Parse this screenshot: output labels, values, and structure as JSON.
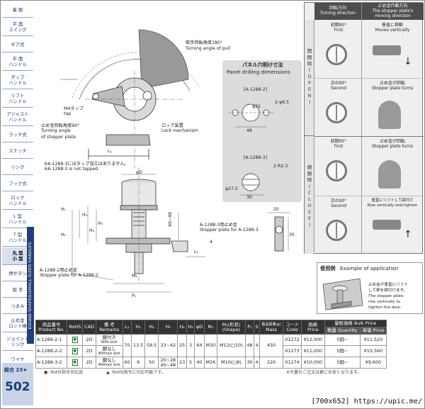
{
  "sidebar": {
    "items": [
      "着 脱",
      "平 面\nスイング",
      "ギア式",
      "平 面\nハンドル",
      "ポップ\nハンドル",
      "リフト\nハンドル",
      "アジャスト\nハンドル",
      "ラッチ式",
      "スナッチ",
      "リング",
      "フック式",
      "ロック\nハンドル",
      "L 型\nハンドル",
      "T 型\nハンドル",
      "丸 型\n小 型",
      "押ボタン",
      "取 手",
      "つまみ",
      "止め金\nロッド棒",
      "ジョイント\nリング",
      "ワイヤ"
    ],
    "active_index": 14,
    "vertical_label": "ROUND-SHAPED/SMALL-SIZED HANDLES",
    "catalog_version": "総合 23★",
    "page_number": "502"
  },
  "main_drawing": {
    "pull_angle_jp": "取手回転角度180°",
    "pull_angle_en": "Turning angle of pull",
    "m4_tap_jp": "M4タップ",
    "m4_tap_en": "tap",
    "stopper_angle_jp": "止め金回転角度90°",
    "stopper_angle_en1": "Turning angle",
    "stopper_angle_en2": "of stopper plate",
    "lock_jp": "ロック装置",
    "lock_en": "Lock mechanism",
    "dim_l1": "L₁",
    "note_jp": "※A-1288-3にはタップ加工はありません。",
    "note_en": "※A-1288-3 is not tapped."
  },
  "panel": {
    "title_jp": "パネル穴明け寸法",
    "title_en": "Panel drilling dimensions",
    "model1": "[A-1288-2]",
    "model1_dia": "φ31",
    "model1_hole": "2-φ6.5",
    "model1_width": "48",
    "model2": "[A-1288-3]",
    "model2_r": "2-R2.3",
    "model2_dia": "φ27.5",
    "model2_width": "30"
  },
  "side_drawing": {
    "phi_d": "φD",
    "h1": "H₁",
    "h2": "H₂",
    "h3": "H₃",
    "h4": "H₄",
    "h5": "H₅",
    "m1": "M₁",
    "p1": "P₁",
    "stopper_2_jp": "A-1288-2用止め金",
    "stopper_2_en": "Stopper plate for A-1288-2",
    "stopper_3_jp": "A-1288-3用止め金",
    "stopper_3_en": "Stopper plate for A-1288-3",
    "range": "40~48",
    "dim_20": "20",
    "dim_30": "30",
    "dim_4": "4",
    "dim_l1": "L₁"
  },
  "motion": {
    "col1_jp": "回転方向",
    "col1_en": "Turning direction",
    "col2_jp": "止め金作動方向",
    "col2_en1": "The stopper plate's",
    "col2_en2": "moving direction",
    "open_label": "開 閉 時 ( O P E N )",
    "close_label": "閉 鎖 時 ( C L O S E )",
    "open": [
      {
        "turn_jp": "初期90°",
        "turn_en": "First",
        "move_jp": "垂直に移動",
        "move_en": "Moves vertically"
      },
      {
        "turn_jp": "次の90°",
        "turn_en": "Second",
        "move_jp": "止め金が回転",
        "move_en": "Stopper plate turns"
      }
    ],
    "close": [
      {
        "turn_jp": "初期90°",
        "turn_en": "First",
        "move_jp": "止め金が回転",
        "move_en": "Stopper plate turns"
      },
      {
        "turn_jp": "次の90°",
        "turn_en": "Second",
        "move_jp": "垂直にリフトして締付け",
        "move_en": "Rise vertically and tighten"
      }
    ]
  },
  "application": {
    "title_jp": "使用例",
    "title_en": "Example of application",
    "desc_jp1": "止め金が垂直にリフト",
    "desc_jp2": "して扉を締付けます。",
    "desc_en1": "The stopper plate",
    "desc_en2": "rise vertically to",
    "desc_en3": "tighten the door."
  },
  "table": {
    "headers": {
      "product_no_jp": "商品番号",
      "product_no_en": "Product No.",
      "rohs": "RoHS",
      "cad": "CAD",
      "remarks_jp": "備 考",
      "remarks_en": "Remarks",
      "l1": "L₁",
      "h1": "H₁",
      "h2": "H₂",
      "h3": "H₃",
      "h4": "H₄",
      "h5": "H₅",
      "d": "φD",
      "m1": "M₁",
      "m2_jp": "M₂(形状)",
      "m2_en": "(Shape)",
      "p1": "P₁",
      "s": "S",
      "mass_jp": "製品質量(g)",
      "mass_en": "Mass",
      "code_jp": "コード",
      "code_en": "Code",
      "price_jp": "価格",
      "price_en": "Price",
      "bulk_jp": "量販価格",
      "bulk_en": "Bulk Price",
      "qty_jp": "数量",
      "qty_en": "Quantity",
      "unit_jp": "単価",
      "unit_en": "Price"
    },
    "rows": [
      {
        "no": "A-1288-2-1",
        "cad": "2D",
        "remarks_jp": "鍵付き",
        "remarks_en": "With lock",
        "l1": "70",
        "h1": "13.5",
        "h2": "58.5",
        "h3": "33~42",
        "h4": "25",
        "h5": "3",
        "d": "64",
        "m1": "M30",
        "m2": "M12(□10)",
        "p1": "48",
        "s": "4",
        "mass": "450",
        "code": "01272",
        "price": "¥12,000",
        "qty": "5個~",
        "unit": "¥11,520"
      },
      {
        "no": "A-1288-2-2",
        "cad": "2D",
        "remarks_jp": "鍵なし",
        "remarks_en": "Without lock",
        "l1": "",
        "h1": "",
        "h2": "",
        "h3": "",
        "h4": "",
        "h5": "",
        "d": "",
        "m1": "",
        "m2": "",
        "p1": "",
        "s": "",
        "mass": "",
        "code": "01273",
        "price": "¥11,000",
        "qty": "5個~",
        "unit": "¥10,560"
      },
      {
        "no": "A-1288-3-2",
        "cad": "2D",
        "remarks_jp": "鍵なし",
        "remarks_en": "Without lock",
        "l1": "60",
        "h1": "9",
        "h2": "50",
        "h3": "20~28\n40~48",
        "h4": "23",
        "h5": "5",
        "d": "40",
        "m1": "M26",
        "m2": "M10(□8)",
        "p1": "30",
        "s": "4",
        "mass": "220",
        "code": "01274",
        "price": "¥10,000",
        "qty": "5個~",
        "unit": "¥9,600"
      }
    ]
  },
  "notes": {
    "left": "●: RoHS指令対応品",
    "middle": "▲: RoHS指令に対応可能です。",
    "right": "※大量のご注文は更にお安くなります。"
  },
  "watermark": "[700x652] https://upic.me/"
}
